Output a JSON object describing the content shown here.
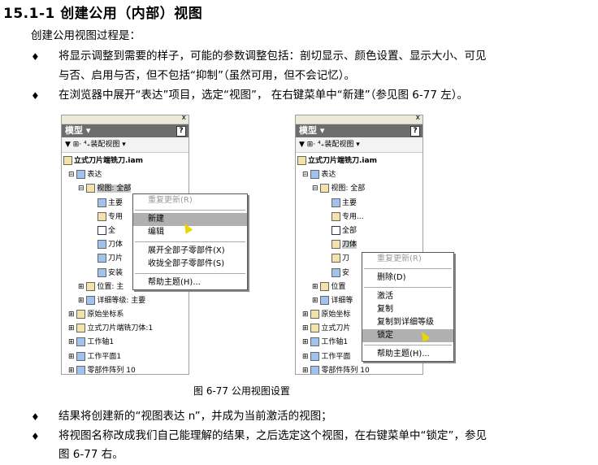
{
  "heading": "15.1-1 创建公用（内部）视图",
  "intro": "创建公用视图过程是：",
  "bullets_top": [
    [
      "将显示调整到需要的样子，可能的参数调整包括：剖切显示、颜色设置、显示大小、可见",
      "与否、启用与否，但不包括“抑制”（虽然可用，但不会记忆）。"
    ],
    [
      "在浏览器中展开“表达”项目，选定“视图”，  在右键菜单中“新建”（参见图 6-77 左）。"
    ]
  ],
  "bullet_glyph": "♦",
  "panel": {
    "title": "模型",
    "title_suffix": "▾",
    "help": "?",
    "close": "x",
    "toolbar": "▼  ⊞·   ⁴₊装配视图  ▾",
    "left_tree": [
      "立式刀片端铣刀.iam",
      "表达",
      "视图: 全部",
      "主要",
      "专用",
      "全",
      "刀体",
      "刀片",
      "安装",
      "位置: 主",
      "详细等级: 主要",
      "原始坐标系",
      "立式刀片端铣刀体:1",
      "工作轴1",
      "工作平面1",
      "零部件阵列 10"
    ],
    "right_tree": [
      "立式刀片端铣刀.iam",
      "表达",
      "视图: 全部",
      "主要",
      "专用...",
      "全部",
      "刀体",
      "刀",
      "安",
      "位置",
      "详细等",
      "原始坐标",
      "立式刀片",
      "工作轴1",
      "工作平面",
      "零部件阵列 10"
    ]
  },
  "menu_left": [
    "重复更新(R)",
    "新建",
    "编辑",
    "展开全部子零部件(X)",
    "收拢全部子零部件(S)",
    "帮助主题(H)..."
  ],
  "menu_right": [
    "重复更新(R)",
    "删除(D)",
    "激活",
    "复制",
    "复制到详细等级",
    "锁定",
    "帮助主题(H)..."
  ],
  "caption": "图 6-77 公用视图设置",
  "bullets_bottom": [
    [
      "结果将创建新的“视图表达 n”，并成为当前激活的视图；"
    ],
    [
      "将视图名称改成我们自己能理解的结果，之后选定这个视图，在右键菜单中“锁定”，参见",
      "图 6-77 右。"
    ]
  ]
}
